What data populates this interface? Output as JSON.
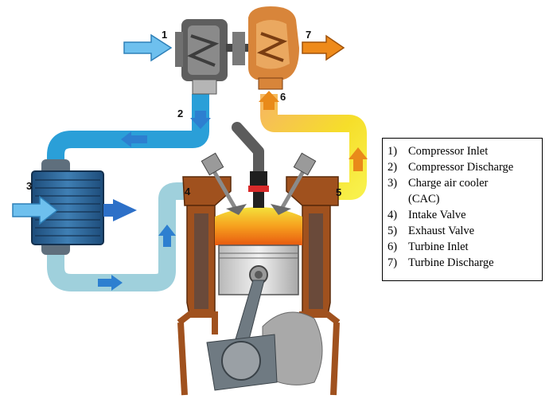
{
  "diagram": {
    "callouts": [
      "1",
      "2",
      "3",
      "4",
      "5",
      "6",
      "7"
    ],
    "legend": [
      {
        "num": "1)",
        "text": "Compressor Inlet"
      },
      {
        "num": "2)",
        "text": "Compressor Discharge"
      },
      {
        "num": "3)",
        "text": "Charge air cooler\n(CAC)"
      },
      {
        "num": "4)",
        "text": "Intake Valve"
      },
      {
        "num": "5)",
        "text": "Exhaust Valve"
      },
      {
        "num": "6)",
        "text": "Turbine Inlet"
      },
      {
        "num": "7)",
        "text": "Turbine Discharge"
      }
    ],
    "colors": {
      "compressor_flow": "#2a9fd8",
      "cooled_flow": "#9fd0dc",
      "exhaust_flow": "#f2d020",
      "flow_arrow": "#2d7fd0",
      "exhaust_arrow": "#e98a1a",
      "inlet_arrow": "#6ec0ee",
      "engine_block": "#a0511e",
      "combustion": "#f3a020"
    }
  }
}
